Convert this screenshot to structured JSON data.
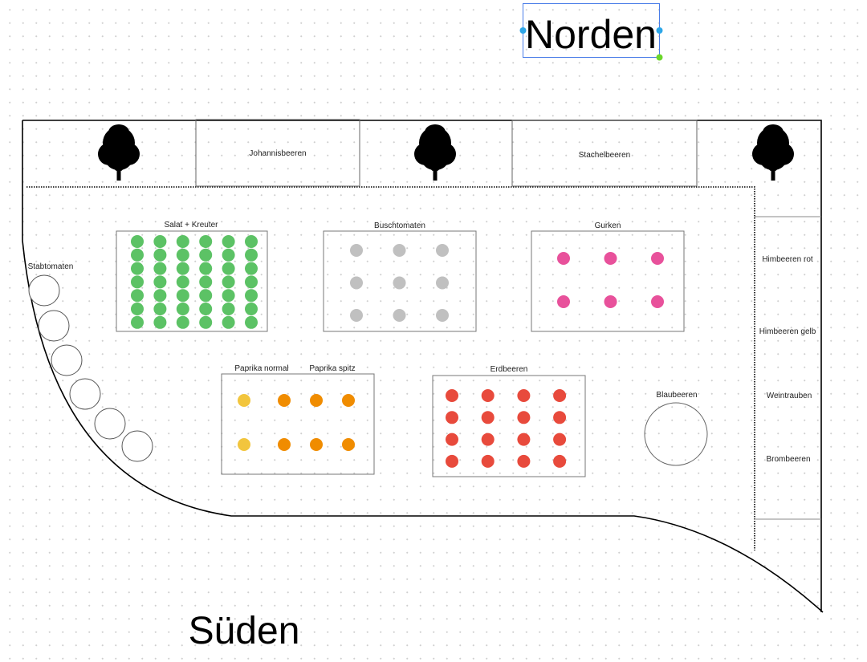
{
  "title_north": "Norden",
  "title_south": "Süden",
  "colors": {
    "salat": "#5cc265",
    "buschtomaten": "#c0c0c0",
    "gurken": "#e8519b",
    "paprika_normal": "#f2c53d",
    "paprika_spitz": "#f08c00",
    "erdbeeren": "#e84a3c",
    "selection": "#4a7de8"
  },
  "north_strip": {
    "johannisbeeren": "Johannisbeeren",
    "stachelbeeren": "Stachelbeeren",
    "trees": [
      "tree",
      "tree",
      "tree"
    ]
  },
  "beds": {
    "salat": {
      "label": "Salat + Kreuter",
      "cols": 6,
      "rows": 7
    },
    "buschtomaten": {
      "label": "Buschtomaten",
      "cols": 3,
      "rows": 3
    },
    "gurken": {
      "label": "Gurken",
      "cols": 3,
      "rows": 2
    },
    "paprika": {
      "label_normal": "Paprika normal",
      "label_spitz": "Paprika spitz",
      "normal_cols": 1,
      "spitz_cols": 3,
      "rows": 2
    },
    "erdbeeren": {
      "label": "Erdbeeren",
      "cols": 4,
      "rows": 4
    }
  },
  "stabtomaten": {
    "label": "Stabtomaten",
    "count": 6
  },
  "blaubeeren": {
    "label": "Blaubeeren"
  },
  "east_strip": [
    "Himbeeren rot",
    "Himbeeren gelb",
    "Weintrauben",
    "Brombeeren"
  ]
}
